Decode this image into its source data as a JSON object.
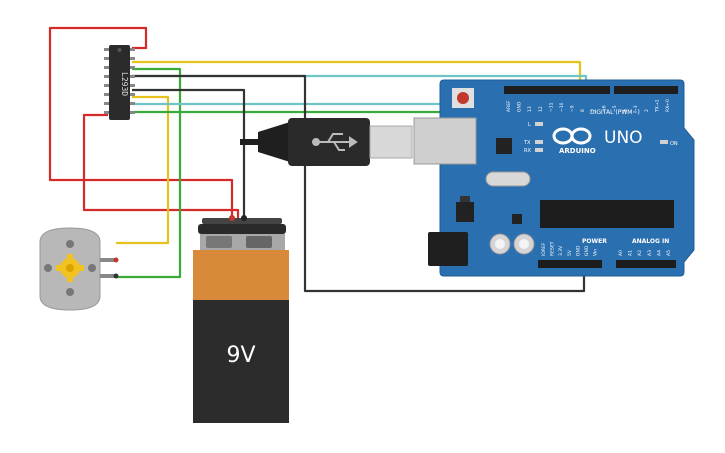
{
  "battery": {
    "label": "9V"
  },
  "chip": {
    "label": "L293D"
  },
  "arduino": {
    "brand": "ARDUINO",
    "model": "UNO",
    "digital_header_label": "DIGITAL (PWM~)",
    "power_label": "POWER",
    "analog_label": "ANALOG IN",
    "on_label": "ON",
    "led_labels": [
      "L",
      "TX",
      "RX"
    ],
    "top_pins": [
      "AREF",
      "GND",
      "13",
      "12",
      "~11",
      "~10",
      "~9",
      "8",
      "7",
      "~6",
      "~5",
      "4",
      "~3",
      "2",
      "TX→1",
      "RX←0"
    ],
    "power_pins": [
      "IOREF",
      "RESET",
      "3.3V",
      "5V",
      "GND",
      "GND",
      "Vin"
    ],
    "analog_pins": [
      "A0",
      "A1",
      "A2",
      "A3",
      "A4",
      "A5"
    ]
  },
  "colors": {
    "board": "#2a6fb0",
    "board_dark": "#1f5c95",
    "wire_red": "#d42a2a",
    "wire_yellow": "#e6c21e",
    "wire_green": "#3aaa3a",
    "wire_teal": "#6fc4c4",
    "wire_black": "#333333",
    "battery_top": "#d9893a",
    "battery_body": "#2c2c2c"
  }
}
